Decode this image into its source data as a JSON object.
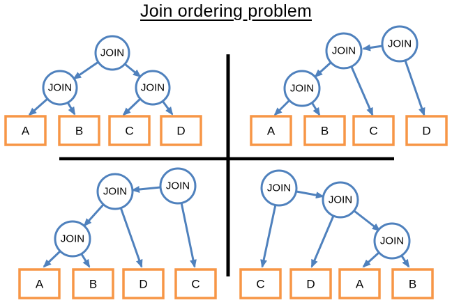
{
  "title": "Join ordering problem",
  "colors": {
    "edge": "#4f81bd",
    "join_stroke": "#4f81bd",
    "leaf_stroke": "#f79646",
    "divider": "#000000",
    "background": "#ffffff",
    "label_text": "#000000"
  },
  "trees": [
    {
      "position": "top-left",
      "shape": "bushy",
      "joins": [
        "JOIN",
        "JOIN",
        "JOIN"
      ],
      "leaves": [
        "A",
        "B",
        "C",
        "D"
      ],
      "edges": [
        "root→join-left",
        "root→join-right",
        "join-left→A",
        "join-left→B",
        "join-right→C",
        "join-right→D"
      ]
    },
    {
      "position": "top-right",
      "shape": "left-deep",
      "joins": [
        "JOIN",
        "JOIN",
        "JOIN"
      ],
      "leaves": [
        "A",
        "B",
        "C",
        "D"
      ],
      "edges": [
        "root→join-mid",
        "root→D",
        "join-mid→join-bottom",
        "join-mid→C",
        "join-bottom→A",
        "join-bottom→B"
      ]
    },
    {
      "position": "bottom-left",
      "shape": "left-deep",
      "joins": [
        "JOIN",
        "JOIN",
        "JOIN"
      ],
      "leaves": [
        "A",
        "B",
        "D",
        "C"
      ],
      "edges": [
        "root→join-mid",
        "root→C",
        "join-mid→join-bottom",
        "join-mid→D",
        "join-bottom→A",
        "join-bottom→B"
      ]
    },
    {
      "position": "bottom-right",
      "shape": "right-deep",
      "joins": [
        "JOIN",
        "JOIN",
        "JOIN"
      ],
      "leaves": [
        "C",
        "D",
        "A",
        "B"
      ],
      "edges": [
        "root→join-mid",
        "root→C",
        "join-mid→join-bottom",
        "join-mid→D",
        "join-bottom→A",
        "join-bottom→B"
      ]
    }
  ]
}
